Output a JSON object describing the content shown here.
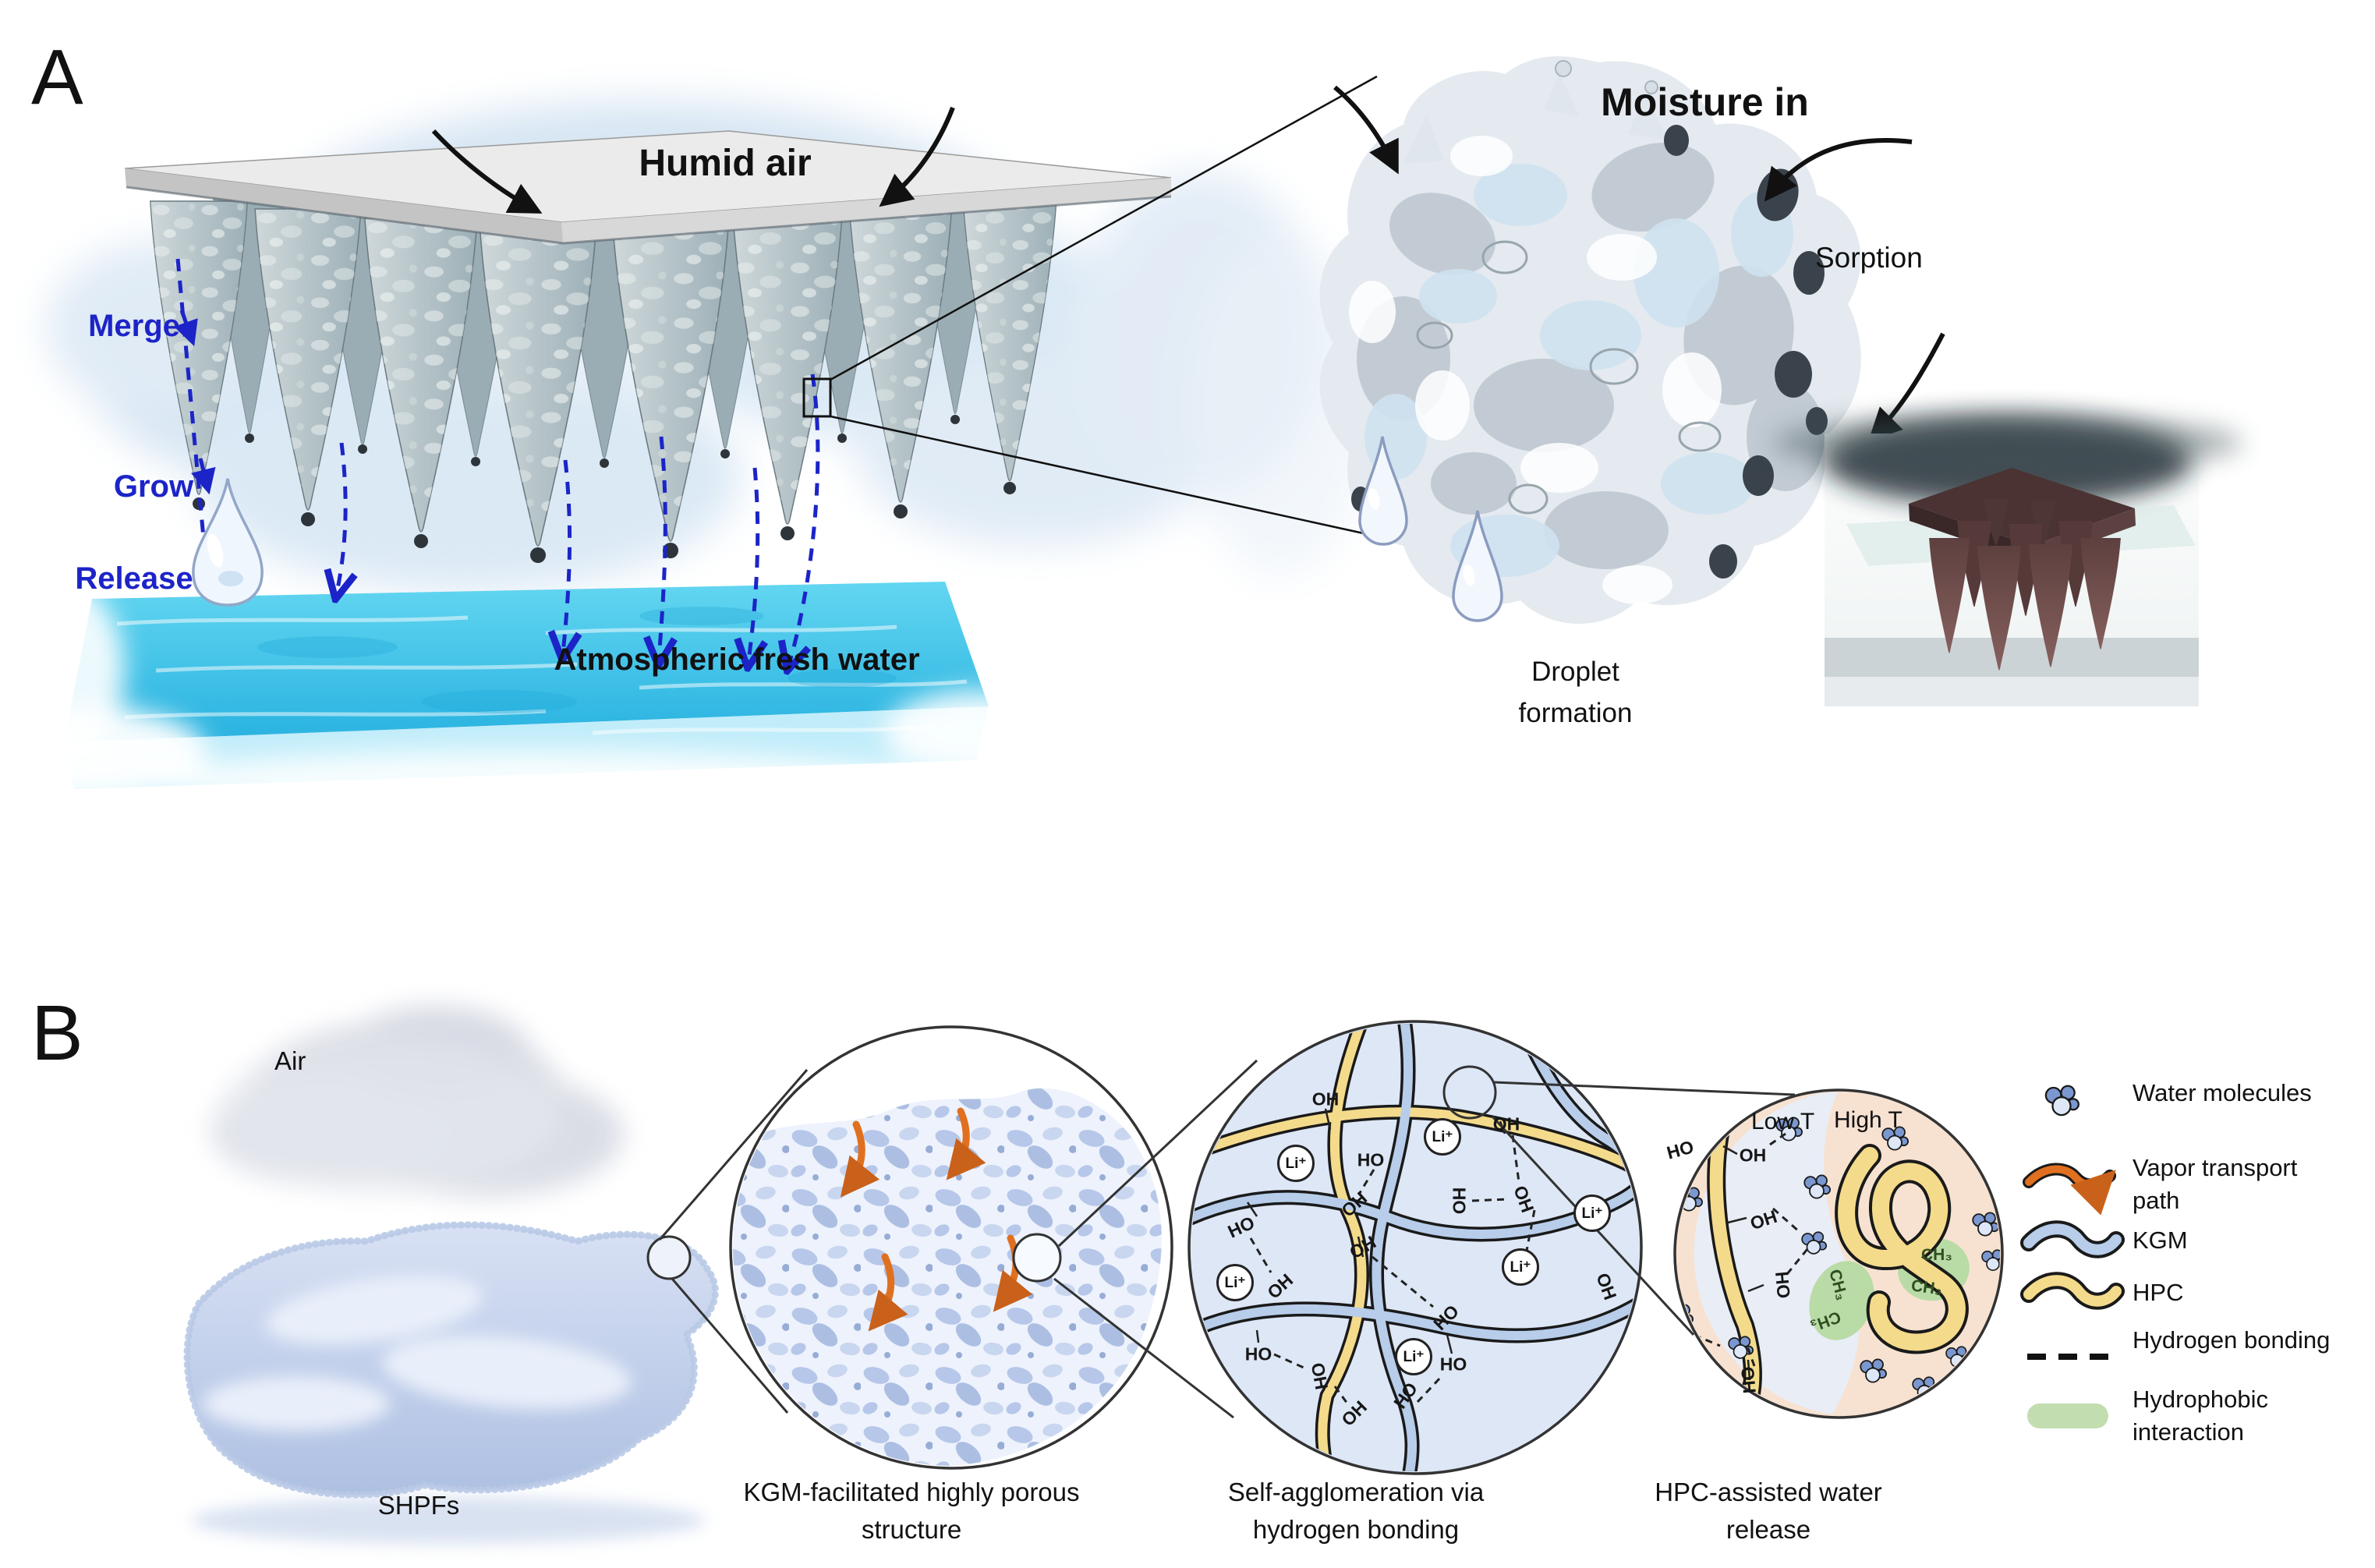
{
  "colors": {
    "label_blue": "#1c24c8",
    "water_cyan": "#3cc6ec",
    "kgm_blue": "#b7cdea",
    "hpc_yellow": "#f4db8c",
    "vapor_orange": "#e0701f",
    "hydrophobic_green": "#b9dba6",
    "circle2_bg": "#dee7f6",
    "low_t_bg": "#e8edf6",
    "high_t_bg": "#f7e2d2"
  },
  "panel_a": {
    "label": "A",
    "humid_air": "Humid air",
    "merge": "Merge",
    "grow": "Grow",
    "release": "Release",
    "fresh_water": "Atmospheric fresh water",
    "moisture_in": "Moisture in",
    "sorption": "Sorption",
    "droplet_formation": "Droplet formation"
  },
  "panel_b": {
    "label": "B",
    "air": "Air",
    "shpfs": "SHPFs",
    "captions": {
      "circle1": "KGM-facilitated highly porous structure",
      "circle2": "Self-agglomeration via hydrogen bonding",
      "circle3": "HPC-assisted water release"
    },
    "molecules": {
      "oh": "OH",
      "ho": "HO",
      "li": "Li⁺",
      "ch3": "CH₃"
    },
    "circle3": {
      "low_t": "Low T",
      "high_t": "High T"
    },
    "legend": [
      {
        "icon": "water-molecules-icon",
        "label": "Water molecules"
      },
      {
        "icon": "vapor-transport-path-icon",
        "label": "Vapor transport path"
      },
      {
        "icon": "kgm-icon",
        "label": "KGM"
      },
      {
        "icon": "hpc-icon",
        "label": "HPC"
      },
      {
        "icon": "hydrogen-bonding-icon",
        "label": "Hydrogen bonding"
      },
      {
        "icon": "hydrophobic-interaction-icon",
        "label": "Hydrophobic interaction"
      }
    ]
  }
}
